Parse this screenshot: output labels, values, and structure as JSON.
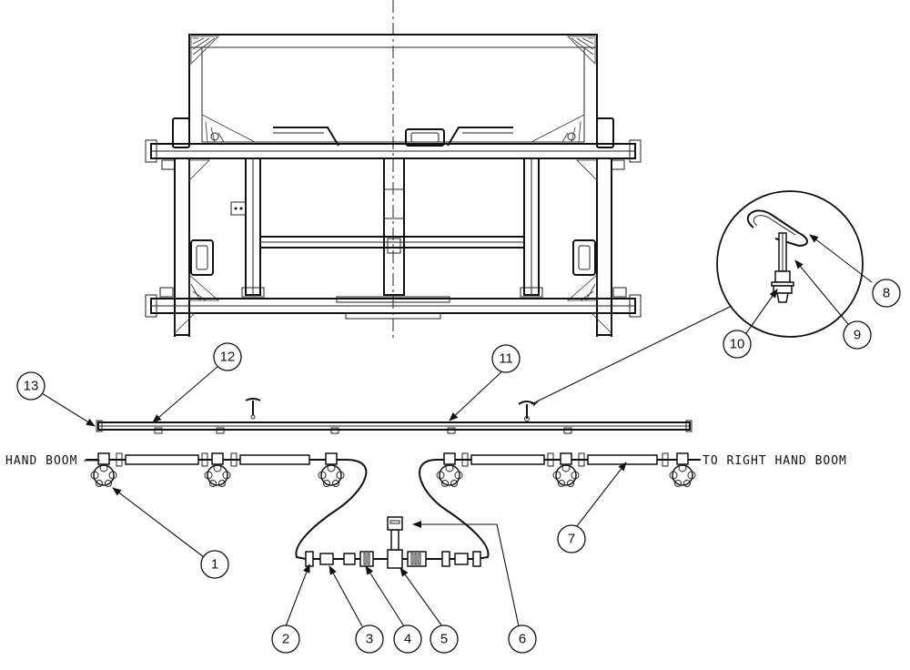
{
  "labels": {
    "left_boom": "HAND BOOM",
    "right_boom": "TO RIGHT HAND BOOM"
  },
  "callouts": [
    "1",
    "2",
    "3",
    "4",
    "5",
    "6",
    "7",
    "8",
    "9",
    "10",
    "11",
    "12",
    "13"
  ]
}
